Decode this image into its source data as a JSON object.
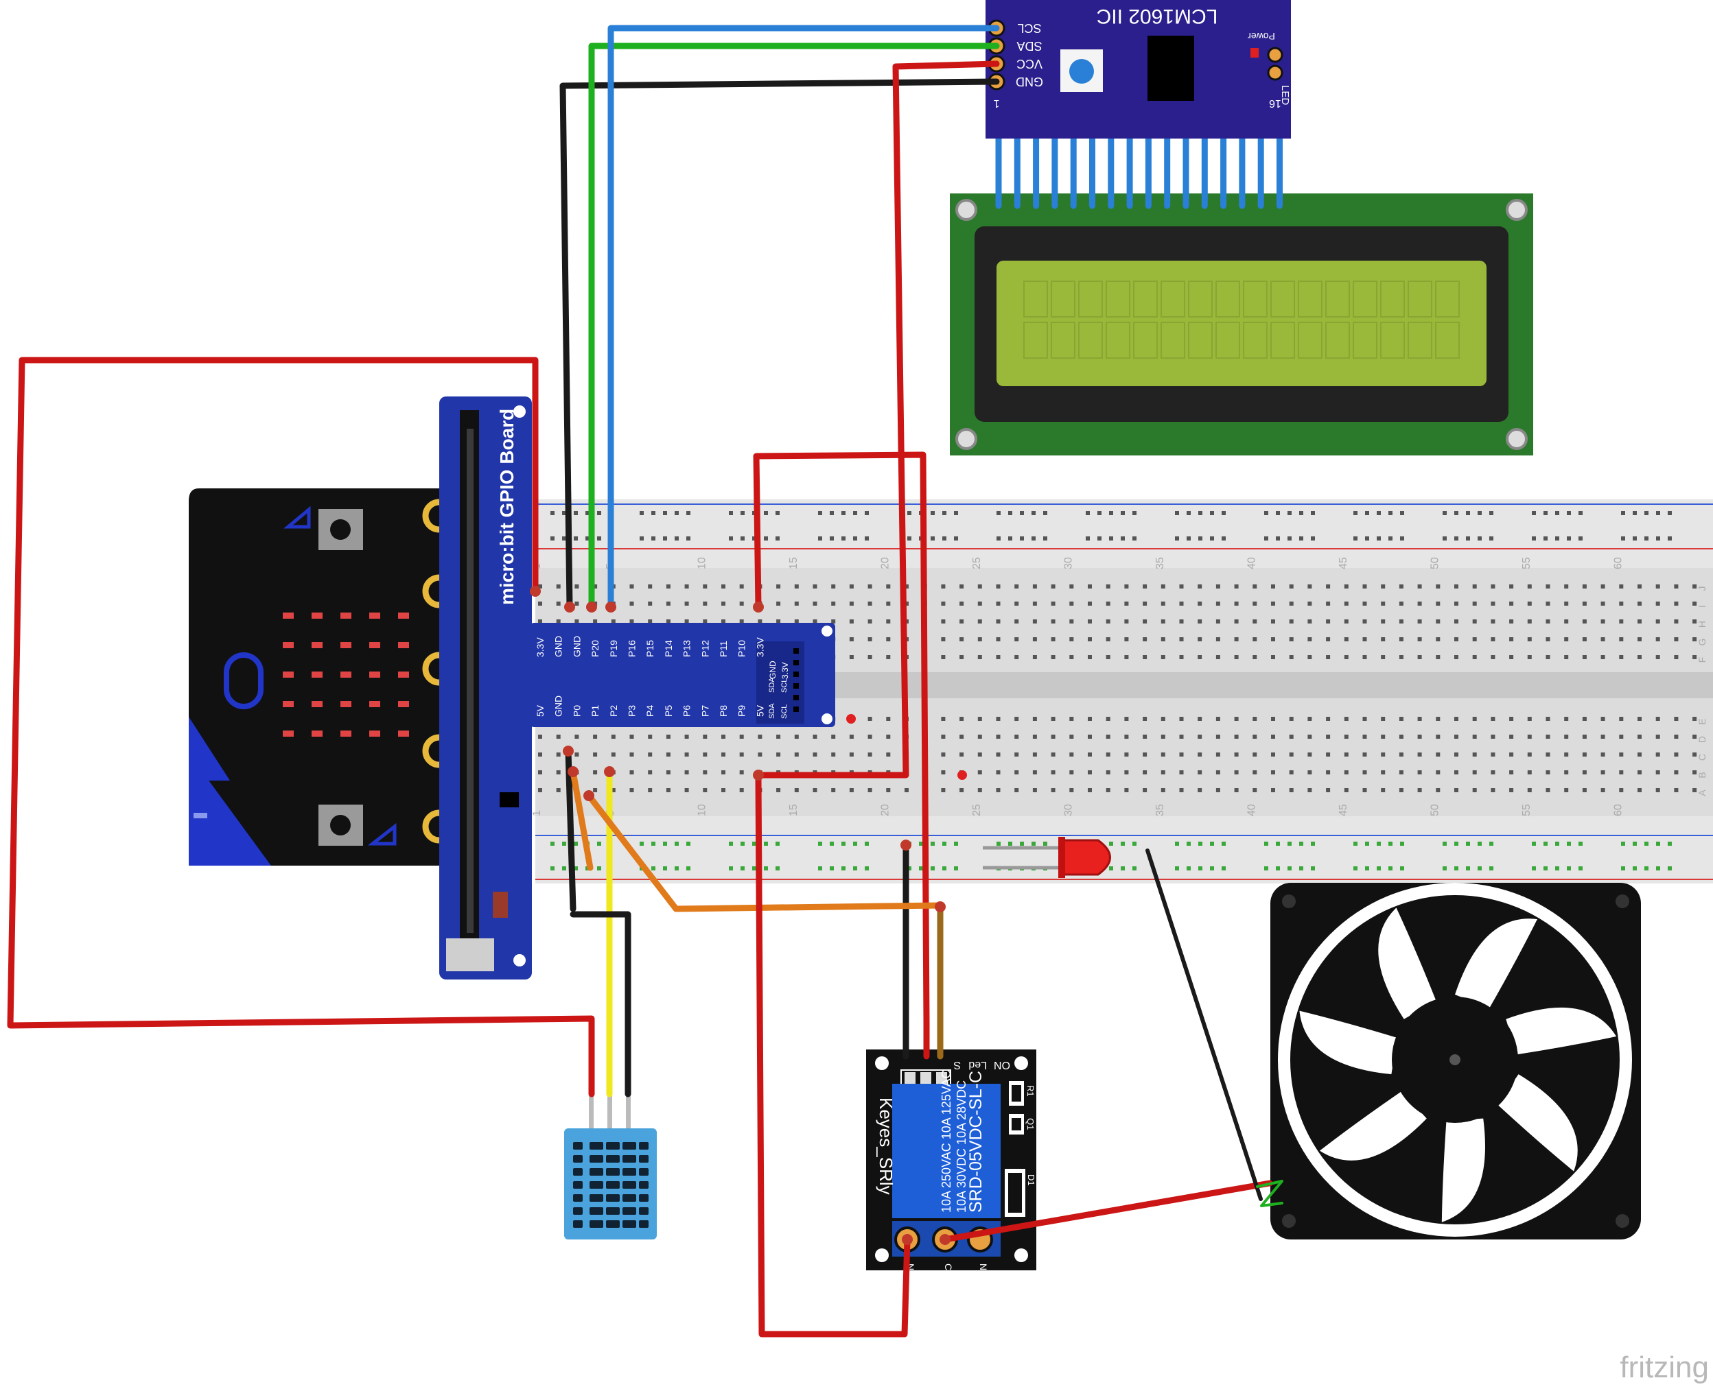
{
  "lcd_module": {
    "title": "LCM1602 IIC",
    "power_label": "Power",
    "led_label": "LED",
    "pin_labels": [
      "SCL",
      "SDA",
      "VCC",
      "GND"
    ],
    "pin_one": "1",
    "pin_sixteen": "16",
    "header_pin_count": 16
  },
  "gpio_board": {
    "title": "micro:bit GPIO Board",
    "top_pins": [
      "3.3V",
      "GND",
      "GND",
      "P20",
      "P19",
      "P16",
      "P15",
      "P14",
      "P13",
      "P12",
      "P11",
      "P10",
      "3.3V"
    ],
    "bottom_pins": [
      "5V",
      "GND",
      "P0",
      "P1",
      "P2",
      "P3",
      "P4",
      "P5",
      "P6",
      "P7",
      "P8",
      "P9",
      "5V"
    ],
    "side_top": [
      "GND",
      "3.3V"
    ],
    "side_mid": [
      "SDA",
      "SCL",
      "SDA",
      "SCL"
    ]
  },
  "breadboard": {
    "column_numbers": [
      "1",
      "5",
      "10",
      "15",
      "20",
      "25",
      "30",
      "35",
      "40",
      "45",
      "50",
      "55",
      "60"
    ],
    "row_letters_top": [
      "J",
      "I",
      "H",
      "G",
      "F"
    ],
    "row_letters_bottom": [
      "E",
      "D",
      "C",
      "B",
      "A"
    ]
  },
  "relay_module": {
    "brand": "Keyes_SRly",
    "relay_model": "SRD-05VDC-SL-C",
    "rating_1": "10A 250VAC  10A 125VAC",
    "rating_2": "10A 30VDC   10A 28VDC",
    "header_labels": [
      "S",
      "Led",
      "ON"
    ],
    "terminal_labels": [
      "NO",
      "C",
      "NC"
    ],
    "component_labels": [
      "R1",
      "Q1",
      "D1"
    ]
  },
  "watermark": "fritzing",
  "colors": {
    "wire_red": "#cc1515",
    "wire_black": "#1a1a1a",
    "wire_green": "#1fb01f",
    "wire_blue": "#2a7fd6",
    "wire_orange": "#e07a1a",
    "wire_yellow": "#f0e81e",
    "wire_brown": "#9a6a1a",
    "lcd_pcb": "#2b7a2b",
    "lcd_screen": "#9ab83a",
    "i2c_board": "#2a1f8c",
    "gpio_board": "#2136a8",
    "microbit": "#111111",
    "relay_blue": "#1e5fd8",
    "dht_blue": "#4aa3dc"
  }
}
